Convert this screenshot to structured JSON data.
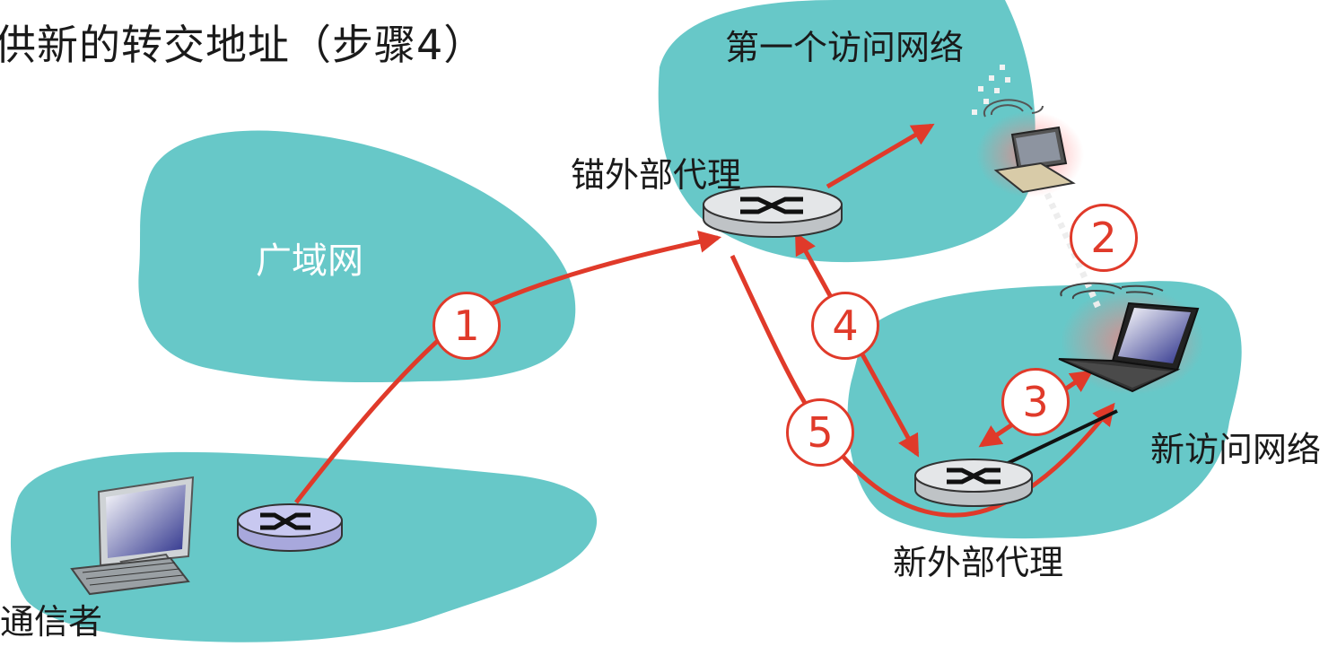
{
  "title": "供新的转交地址（步骤4）",
  "labels": {
    "wan": "广域网",
    "first_network": "第一个访问网络",
    "anchor_agent": "锚外部代理",
    "new_network": "新访问网络",
    "new_agent": "新外部代理",
    "correspondent": "通信者"
  },
  "steps": [
    "1",
    "2",
    "3",
    "4",
    "5"
  ],
  "colors": {
    "network_fill": "#67c8c8",
    "arrow": "#e03a2a",
    "router_fill": "#e4e6e8",
    "correspondent_router_fill": "#c8c8f0"
  },
  "icons": [
    "router-icon",
    "laptop-icon",
    "desktop-computer-icon",
    "wireless-signal-icon"
  ]
}
